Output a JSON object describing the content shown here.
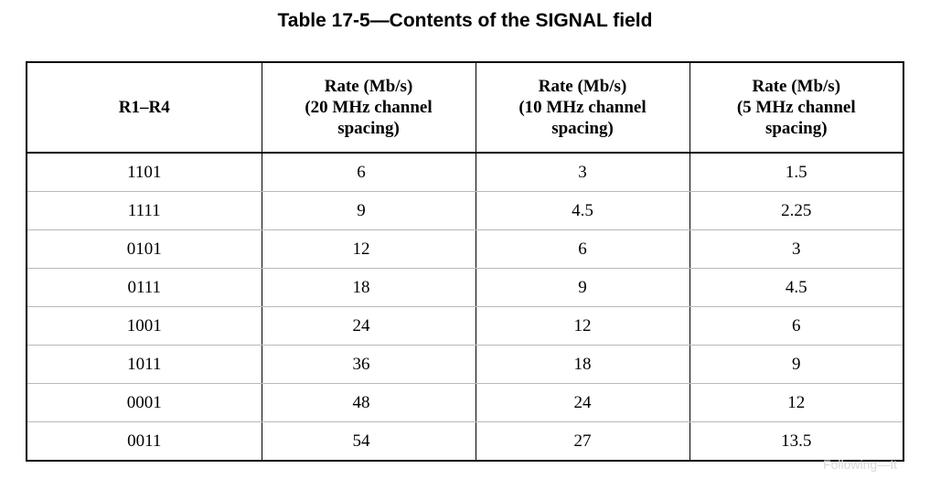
{
  "caption": "Table 17-5—Contents of the SIGNAL field",
  "table": {
    "headers": [
      [
        "R1–R4"
      ],
      [
        "Rate (Mb/s)",
        "(20 MHz channel",
        "spacing)"
      ],
      [
        "Rate (Mb/s)",
        "(10 MHz channel",
        "spacing)"
      ],
      [
        "Rate (Mb/s)",
        "(5 MHz channel",
        "spacing)"
      ]
    ],
    "rows": [
      [
        "1101",
        "6",
        "3",
        "1.5"
      ],
      [
        "1111",
        "9",
        "4.5",
        "2.25"
      ],
      [
        "0101",
        "12",
        "6",
        "3"
      ],
      [
        "0111",
        "18",
        "9",
        "4.5"
      ],
      [
        "1001",
        "24",
        "12",
        "6"
      ],
      [
        "1011",
        "36",
        "18",
        "9"
      ],
      [
        "0001",
        "48",
        "24",
        "12"
      ],
      [
        "0011",
        "54",
        "27",
        "13.5"
      ]
    ]
  },
  "watermark": "Following—It"
}
